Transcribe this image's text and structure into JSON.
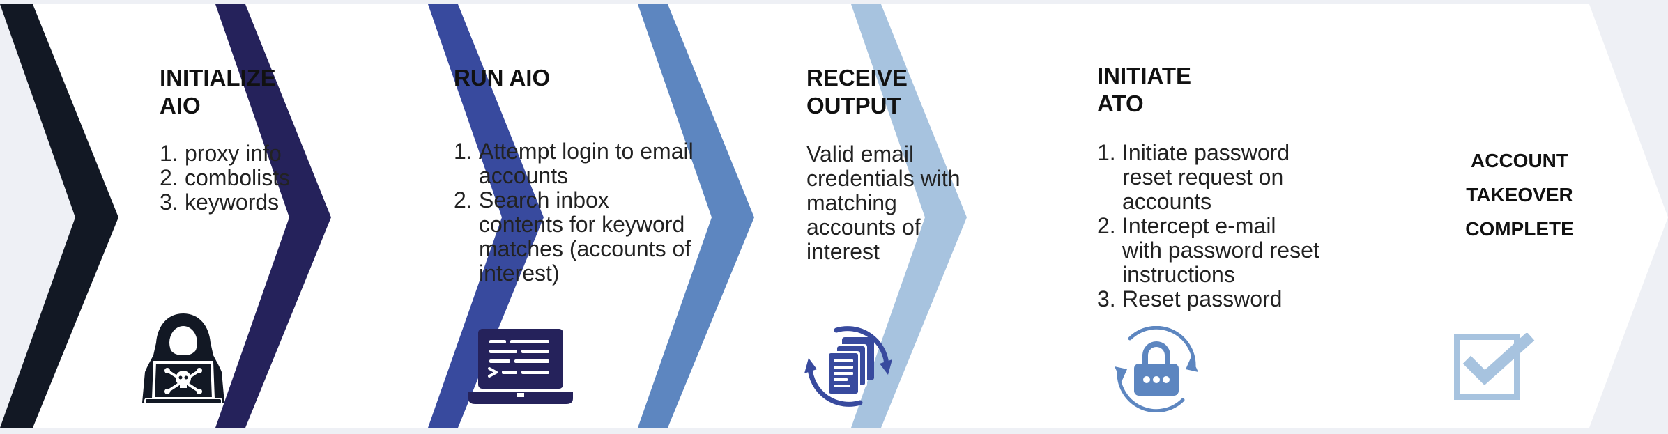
{
  "colors": {
    "background": "#eef0f5",
    "panel": "#ffffff",
    "chevron_1": "#121824",
    "chevron_2": "#25225b",
    "chevron_3": "#384a9e",
    "chevron_4": "#5d86c0",
    "chevron_5": "#a7c3df",
    "hacker_icon": "#121824",
    "laptop_icon": "#25225b",
    "documents_icon": "#384a9e",
    "lock_icon": "#5d86c0",
    "checkbox_icon": "#a7c3df"
  },
  "steps": [
    {
      "title": "INITIALIZE\nAIO",
      "items": [
        {
          "num": "1.",
          "text": "proxy info"
        },
        {
          "num": "2.",
          "text": "combolists"
        },
        {
          "num": "3.",
          "text": "keywords"
        }
      ],
      "icon": "hacker-skull-laptop-icon"
    },
    {
      "title": "RUN AIO",
      "items": [
        {
          "num": "1.",
          "text": "Attempt login to email accounts"
        },
        {
          "num": "2.",
          "text": "Search inbox contents for keyword matches (accounts of interest)"
        }
      ],
      "icon": "terminal-laptop-icon"
    },
    {
      "title": "RECEIVE\nOUTPUT",
      "text": "Valid email credentials with matching accounts of interest",
      "icon": "documents-refresh-icon"
    },
    {
      "title": "INITIATE\nATO",
      "items": [
        {
          "num": "1.",
          "text": "Initiate password reset request on accounts"
        },
        {
          "num": "2.",
          "text": "Intercept e-mail with password reset instructions"
        },
        {
          "num": "3.",
          "text": "Reset password"
        }
      ],
      "icon": "padlock-refresh-icon"
    },
    {
      "title": "ACCOUNT\nTAKEOVER\nCOMPLETE",
      "icon": "checkbox-checked-icon"
    }
  ]
}
